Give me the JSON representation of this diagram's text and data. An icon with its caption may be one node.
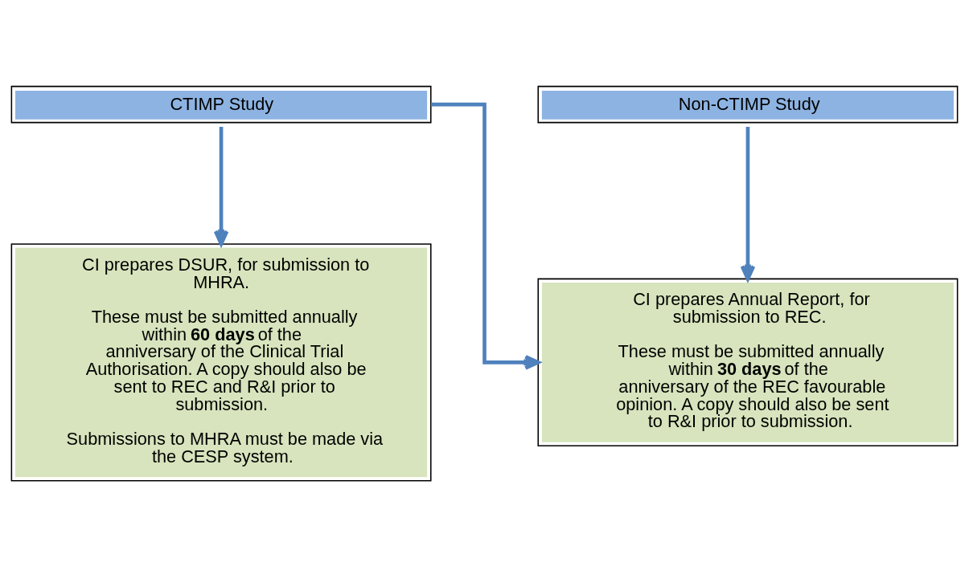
{
  "diagram": {
    "nodes": [
      {
        "text": [
          "CTIMP Study"
        ]
      },
      {
        "text": [
          "Non-CTIMP Study"
        ]
      },
      {
        "text": [
          "CI prepares DSUR, for submission to MHRA.",
          "These must be submitted annually within **60 days** of the anniversary of the Clinical Trial Authorisation. A copy should also be sent to REC and R&I prior to submission.",
          "Submissions to MHRA must be made via the CESP system."
        ]
      },
      {
        "text": [
          "CI prepares Annual Report, for submission to REC.",
          "These must be submitted annually within **30 days** of the anniversary of the REC favourable opinion. A copy should also be sent to R&I prior to submission."
        ]
      }
    ],
    "edges": [
      {
        "from": 0,
        "to": 2,
        "arrow": "to"
      },
      {
        "from": 0,
        "to": 3,
        "arrow": "to"
      },
      {
        "from": 1,
        "to": 3,
        "arrow": "to"
      }
    ]
  }
}
